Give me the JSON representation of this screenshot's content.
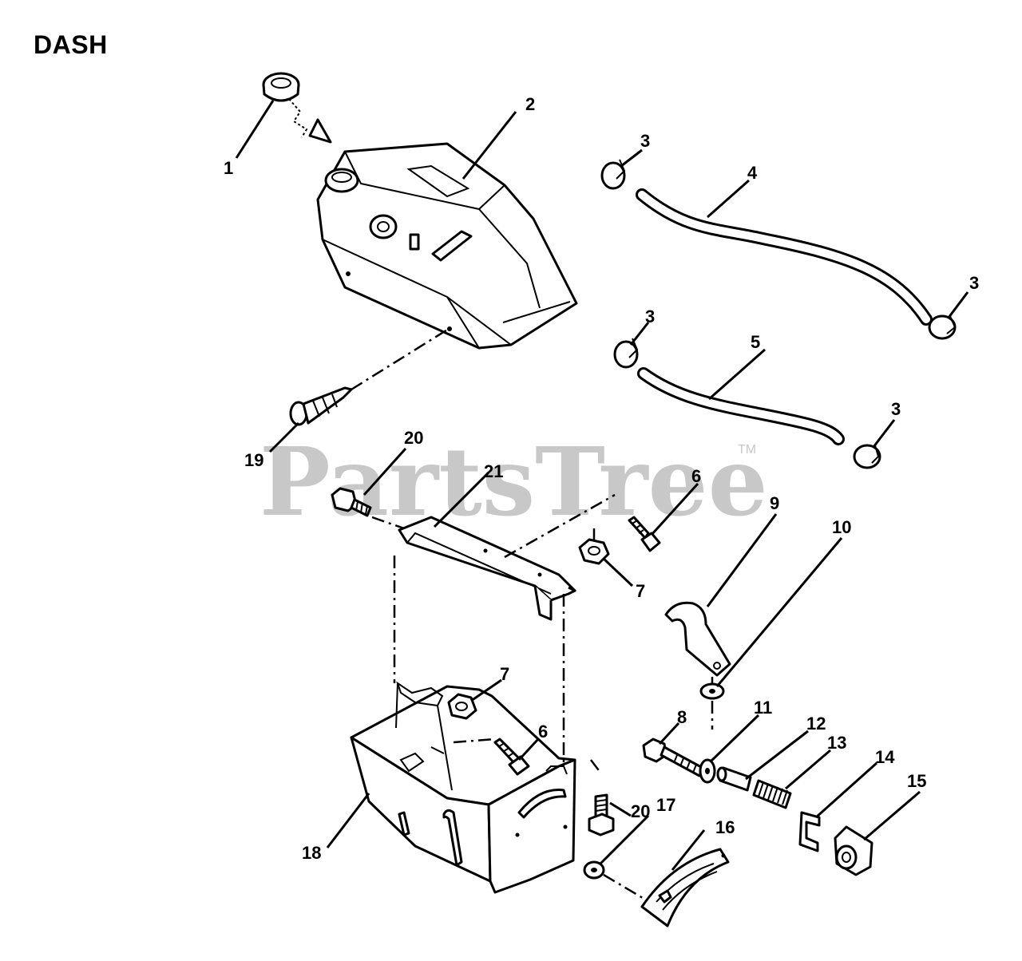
{
  "title": "DASH",
  "watermark": {
    "text": "PartsTree",
    "mark": "TM",
    "color": "#c8c8c8"
  },
  "callouts": {
    "c1": "1",
    "c2": "2",
    "c3a": "3",
    "c3b": "3",
    "c3c": "3",
    "c3d": "3",
    "c4": "4",
    "c5": "5",
    "c6a": "6",
    "c6b": "6",
    "c7a": "7",
    "c7b": "7",
    "c8": "8",
    "c9": "9",
    "c10": "10",
    "c11": "11",
    "c12": "12",
    "c13": "13",
    "c14": "14",
    "c15": "15",
    "c16": "16",
    "c17": "17",
    "c18": "18",
    "c19": "19",
    "c20a": "20",
    "c20b": "20",
    "c21": "21"
  }
}
